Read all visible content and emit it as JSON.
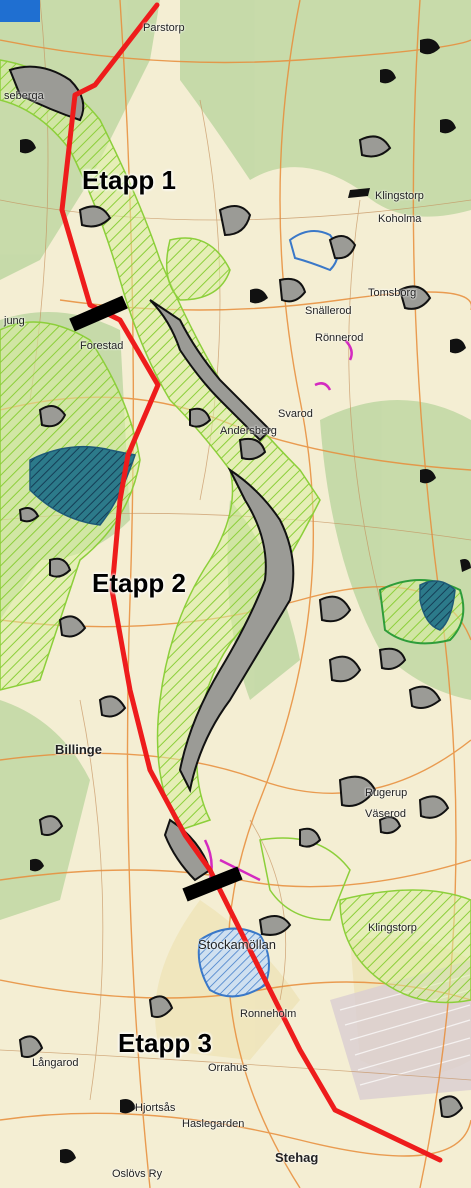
{
  "map": {
    "stages": [
      {
        "label": "Etapp 1"
      },
      {
        "label": "Etapp 2"
      },
      {
        "label": "Etapp 3"
      }
    ],
    "places": [
      {
        "name": "Parstorp"
      },
      {
        "name": "seberga"
      },
      {
        "name": "Klingstorp"
      },
      {
        "name": "Koholma"
      },
      {
        "name": "Tomsborg"
      },
      {
        "name": "Snällerod"
      },
      {
        "name": "jung"
      },
      {
        "name": "Forestad"
      },
      {
        "name": "Rönnerod"
      },
      {
        "name": "Svarod"
      },
      {
        "name": "Andersberg"
      },
      {
        "name": "Billinge"
      },
      {
        "name": "Rugerup"
      },
      {
        "name": "Väserod"
      },
      {
        "name": "Stockamöllan"
      },
      {
        "name": "Klingstorp"
      },
      {
        "name": "Ronneholm"
      },
      {
        "name": "Orrahus"
      },
      {
        "name": "Långarod"
      },
      {
        "name": "Hjortsås"
      },
      {
        "name": "Haslegarden"
      },
      {
        "name": "Stehag"
      },
      {
        "name": "Oslövs Ry"
      }
    ],
    "colors": {
      "background": "#f4eed3",
      "route": "#ee1c1c",
      "stage_break": "#000000",
      "corridor": "#8ccf3a",
      "water": "#3a78c8",
      "protected": "#1e5a78",
      "wetland": "#4a4a4a"
    }
  }
}
